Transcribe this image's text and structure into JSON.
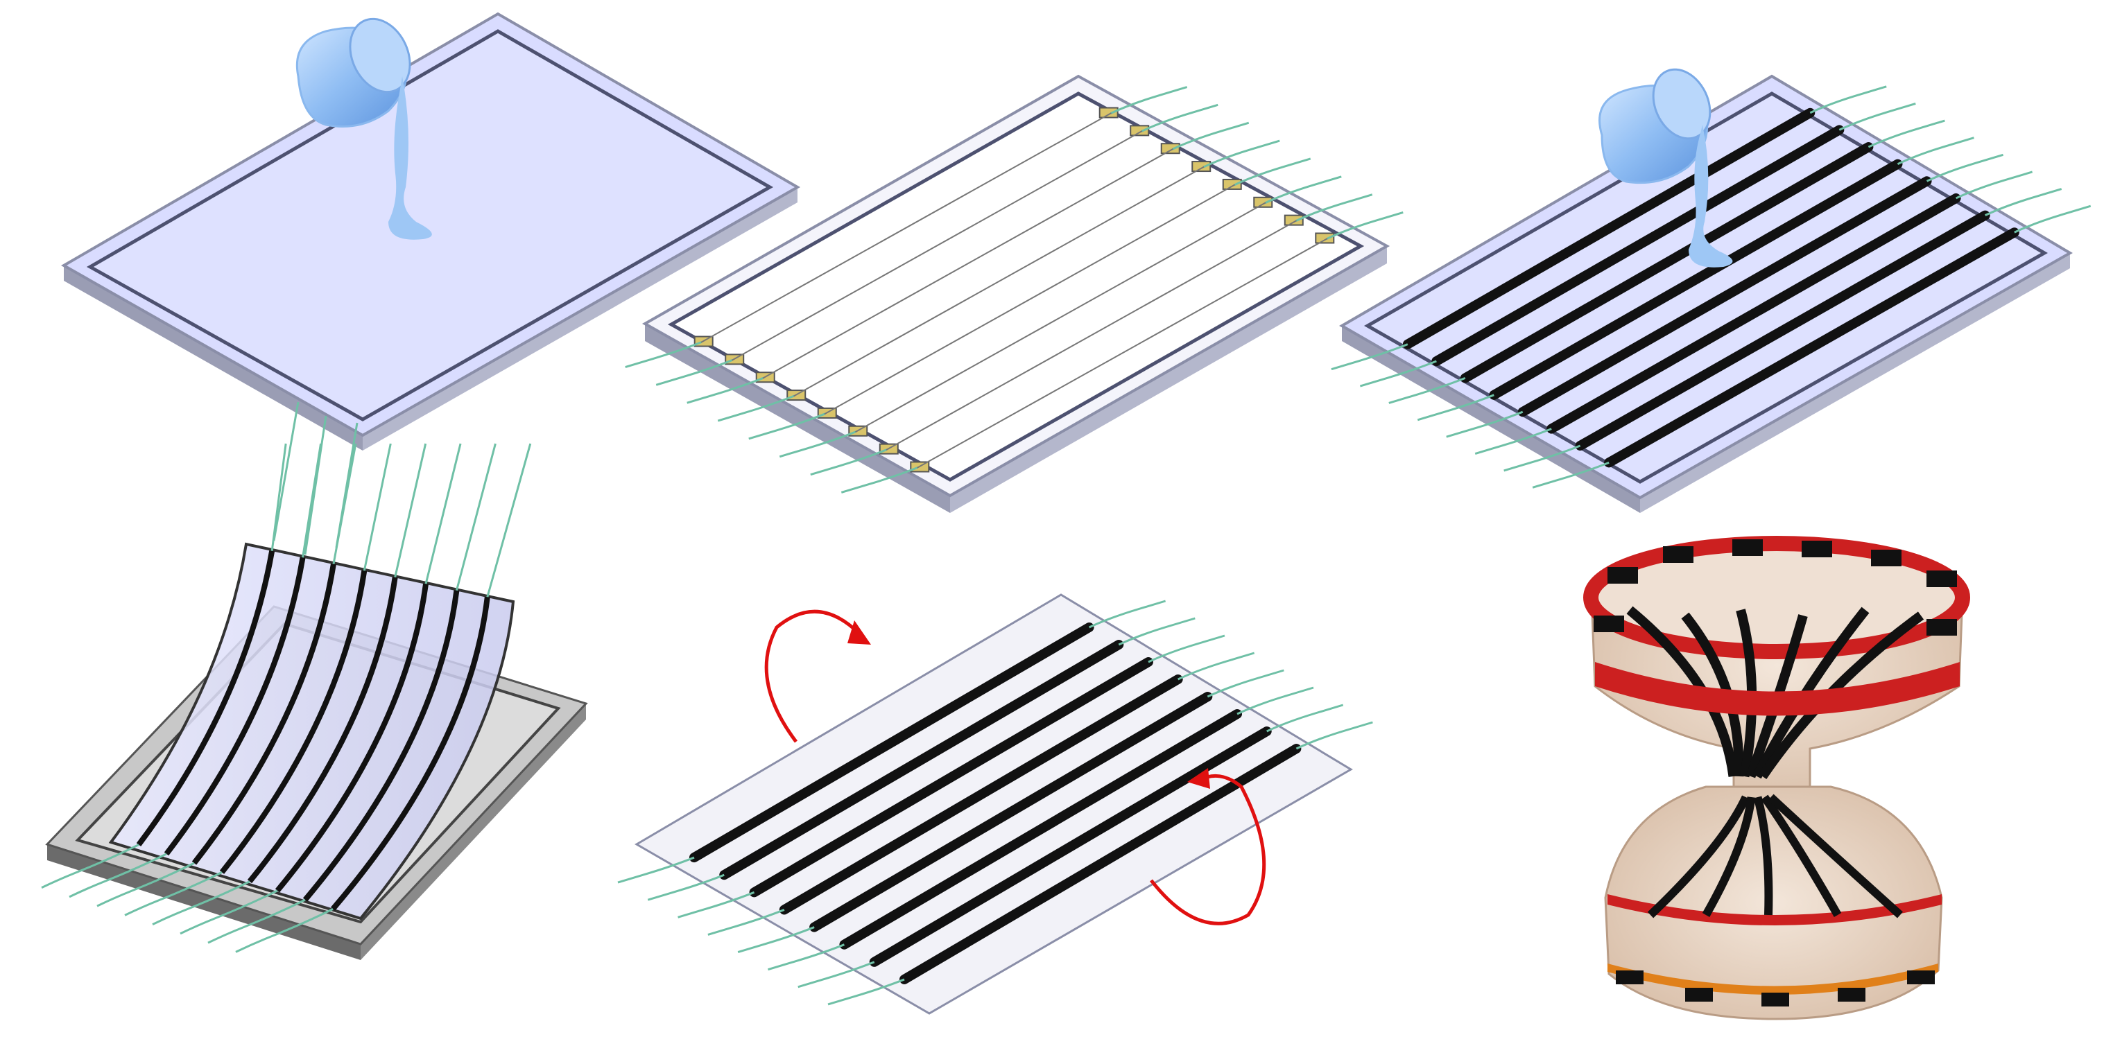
{
  "figure": {
    "panels": [
      {
        "id": "mold-pour",
        "label": ""
      },
      {
        "id": "mold-with-electrodes",
        "label": ""
      },
      {
        "id": "mold-fill-second-layer",
        "label": ""
      },
      {
        "id": "peel-from-mold",
        "label": ""
      },
      {
        "id": "fold-sheet",
        "label": ""
      },
      {
        "id": "assembled-device",
        "label": ""
      }
    ],
    "colors": {
      "mold_top": "#d9dcff",
      "mold_rim": "#c4c8e6",
      "mold_edge": "#8a8ea8",
      "liquid": "#9ec7f5",
      "liquid_dark": "#6aa3e6",
      "lead_wire": "#6fc0a6",
      "electrode": "#111111",
      "fold_arrow": "#e01010",
      "photo_band_red": "#cc2020",
      "photo_body": "#e9d6c6"
    },
    "icons": [
      "pour-cup-icon",
      "fold-arrow-icon"
    ]
  }
}
